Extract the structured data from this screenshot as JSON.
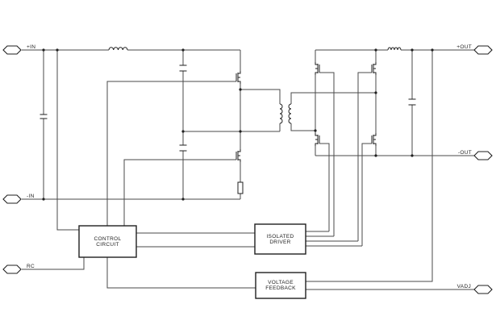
{
  "diagram": {
    "terminals": {
      "pos_in": "+IN",
      "neg_in": "-IN",
      "rc": "RC",
      "pos_out": "+OUT",
      "neg_out": "-OUT",
      "vadj": "VADJ"
    },
    "blocks": {
      "control": {
        "line1": "CONTROL",
        "line2": "CIRCUIT"
      },
      "driver": {
        "line1": "ISOLATED",
        "line2": "DRIVER"
      },
      "feedback": {
        "line1": "VOLTAGE",
        "line2": "FEEDBACK"
      }
    },
    "components": {
      "input_inductor": "inductor",
      "output_inductor": "inductor",
      "transformer": "transformer",
      "input_capacitors": "capacitor-divider",
      "bus_capacitor": "capacitor",
      "output_capacitor": "capacitor",
      "sense_resistor": "resistor",
      "primary_mosfets": 2,
      "secondary_mosfets": 4
    },
    "colors": {
      "wire": "#4a4a4a",
      "component": "#1f1f1f",
      "background": "#ffffff"
    }
  }
}
